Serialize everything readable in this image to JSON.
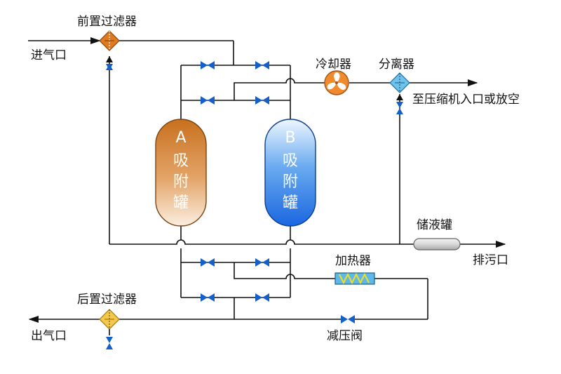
{
  "labels": {
    "pre_filter": "前置过滤器",
    "inlet": "进气口",
    "cooler": "冷却器",
    "separator": "分离器",
    "to_compressor": "至压缩机入口或放空",
    "liquid_tank": "储液罐",
    "drain": "排污口",
    "heater": "加热器",
    "post_filter": "后置过滤器",
    "outlet": "出气口",
    "pressure_reducing_valve": "减压阀"
  },
  "tank_a": {
    "letter": "A",
    "chars": [
      "吸",
      "附",
      "罐"
    ]
  },
  "tank_b": {
    "letter": "B",
    "chars": [
      "吸",
      "附",
      "罐"
    ]
  },
  "colors": {
    "pipe": "#111111",
    "valve": "#1560c8",
    "tank_a_top": "#c8701e",
    "tank_a_bottom": "#fbeee0",
    "tank_b_top": "#e6f2ff",
    "tank_b_bottom": "#1a66e0",
    "pre_filter": "#e07a20",
    "post_filter": "#f4c84a",
    "separator": "#6fc3ea",
    "cooler": "#f08a2a",
    "heater": "#5fb8e8"
  },
  "icons": [
    "check-valve-icon",
    "ball-valve-icon",
    "filter-icon",
    "fan-icon",
    "heater-coil-icon",
    "separator-icon"
  ]
}
